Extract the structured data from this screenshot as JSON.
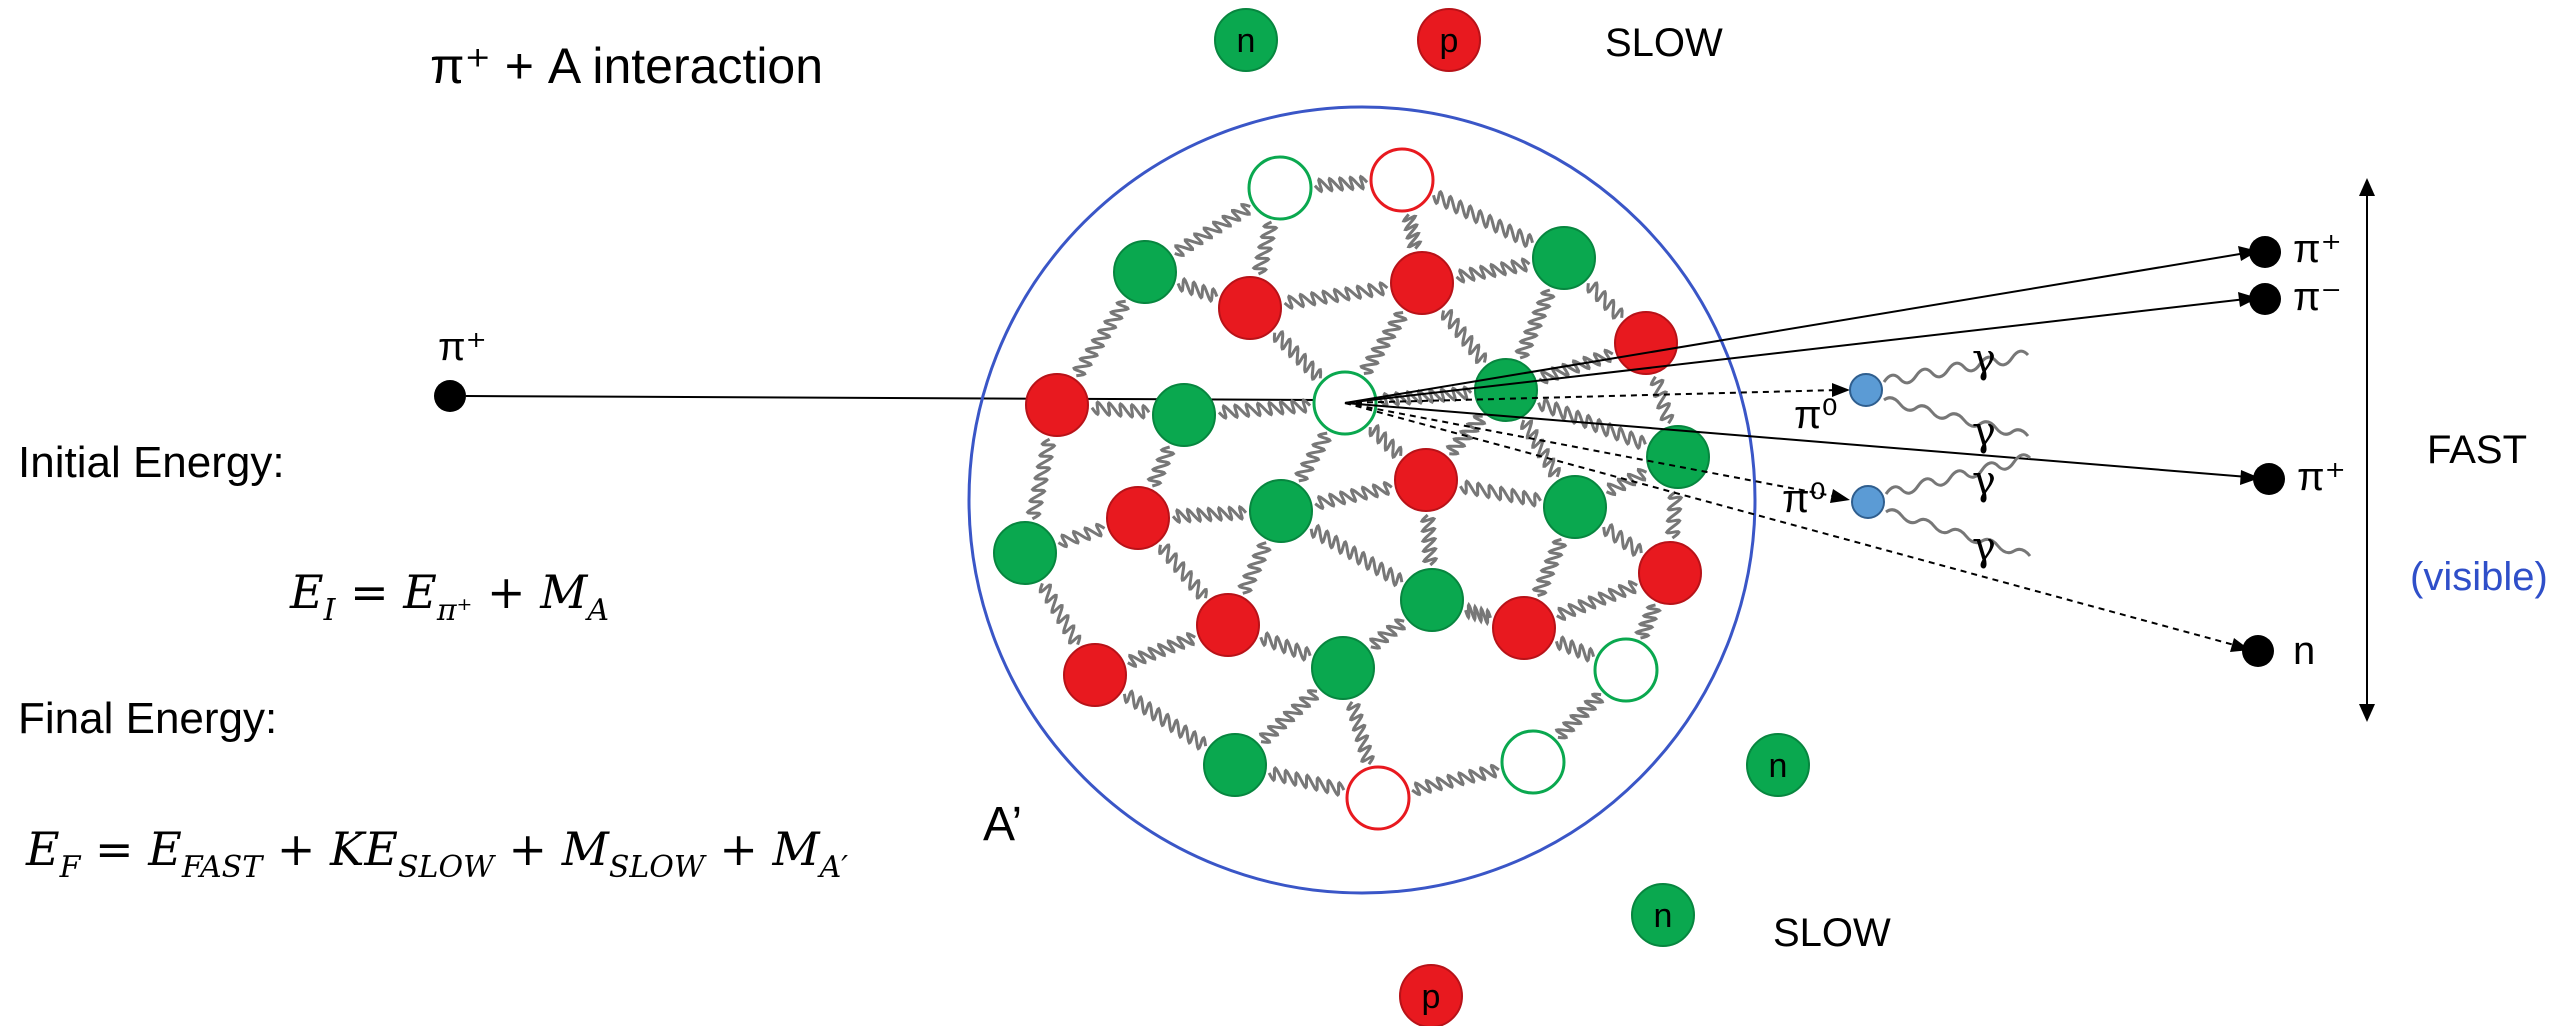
{
  "title": "π⁺ + A interaction",
  "incoming": {
    "label": "π⁺"
  },
  "initial_energy": {
    "heading": "Initial Energy:",
    "eq": {
      "lhs": "E",
      "lhs_sub": "I",
      "t1": "E",
      "t1_sub": "π⁺",
      "t2": "M",
      "t2_sub": "A"
    }
  },
  "final_energy": {
    "heading": "Final Energy:",
    "eq": {
      "lhs": "E",
      "lhs_sub": "F",
      "t1": "E",
      "t1_sub": "FAST",
      "t2": "KE",
      "t2_sub": "SLOW",
      "t3": "M",
      "t3_sub": "SLOW",
      "t4": "M",
      "t4_sub": "A′"
    }
  },
  "nucleus_label": "A’",
  "slow_label": "SLOW",
  "fast_label": "FAST",
  "visible_label": "(visible)",
  "slow_particles": [
    "n",
    "p",
    "n",
    "n",
    "p"
  ],
  "outgoing": [
    "π⁺",
    "π⁻",
    "π⁺",
    "n"
  ],
  "pi0_label": "π⁰",
  "gamma_label": "γ",
  "colors": {
    "proton": "#e8191f",
    "neutron": "#0aa84f",
    "pion0": "#5b9bd5",
    "nucleus_ring": "#3a56c7",
    "visible_text": "#2f4fc9",
    "spring": "#777777"
  }
}
